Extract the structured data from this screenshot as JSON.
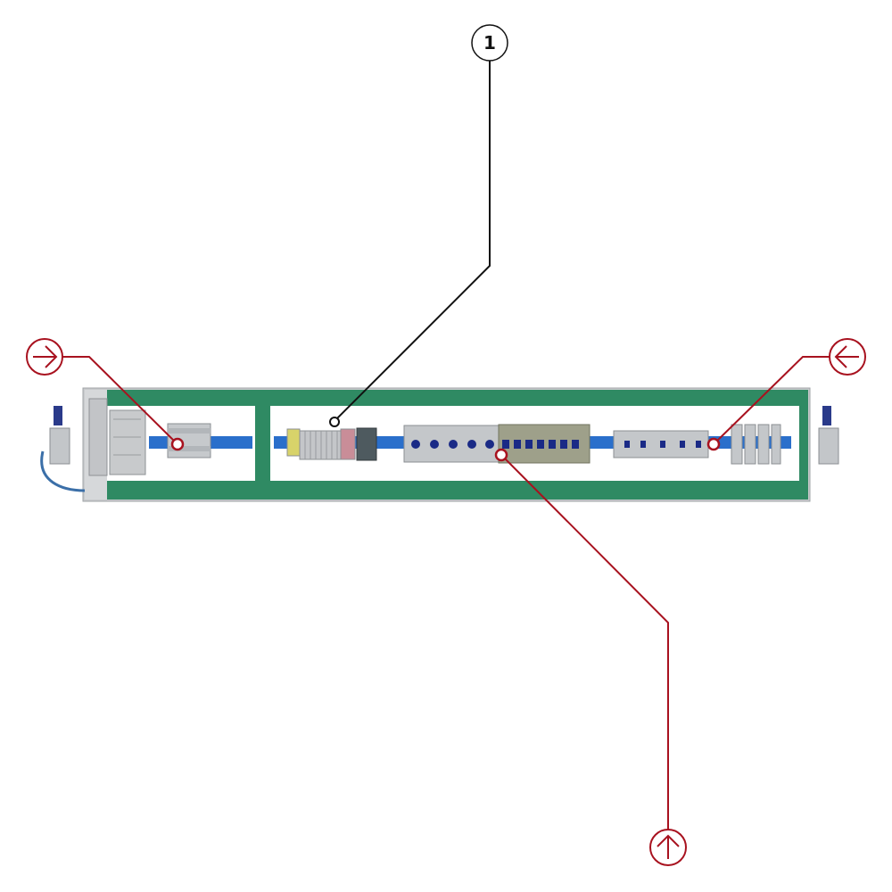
{
  "callout": {
    "label": "1"
  },
  "navigation": {
    "left_arrow_icon": "arrow-right-circle",
    "right_arrow_icon": "arrow-left-circle",
    "bottom_arrow_icon": "arrow-up-circle"
  },
  "colors": {
    "panel_green": "#2f8a63",
    "din_rail_blue": "#2a6fcb",
    "accent_red": "#a8121f",
    "frame_gray": "#b9bcbf",
    "callout_black": "#111111"
  }
}
